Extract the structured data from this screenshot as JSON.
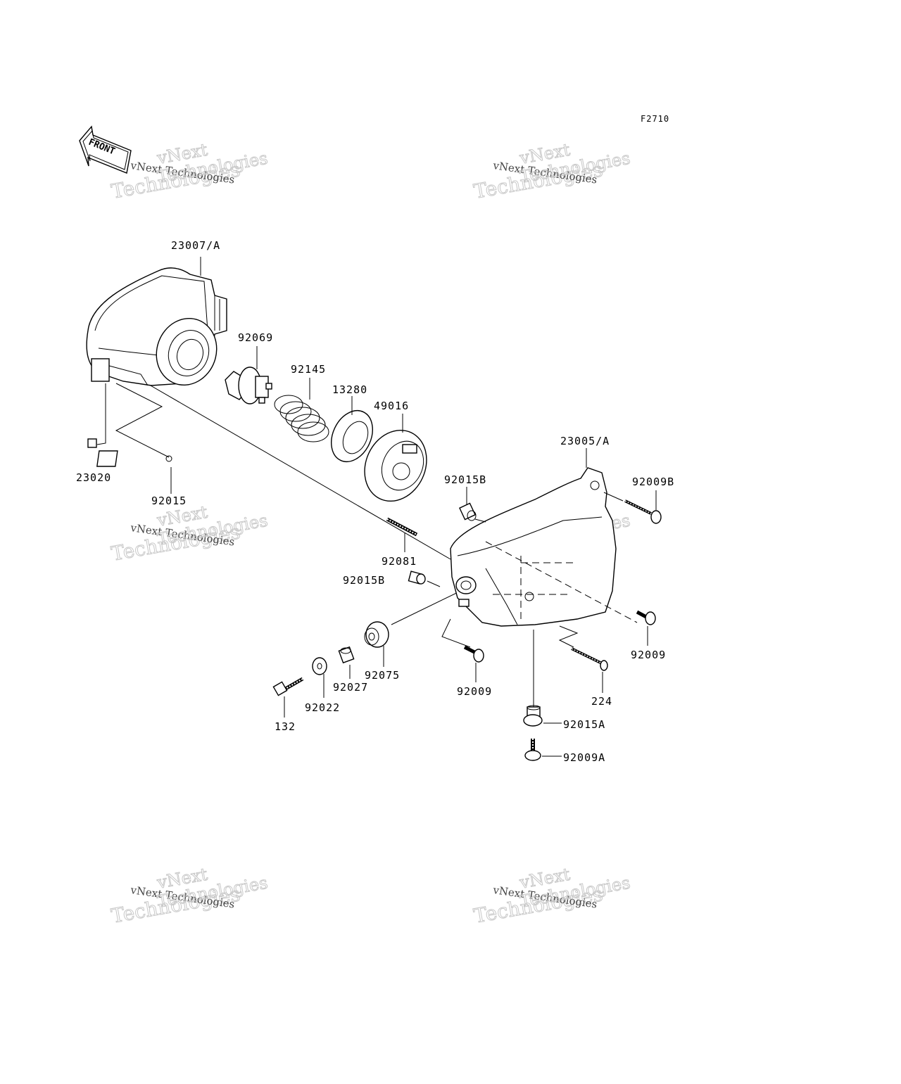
{
  "diagram_code": "F2710",
  "front_arrow_text": "FRONT",
  "watermark": {
    "line1": "vNext Technologies",
    "line2": "vNext",
    "line3": "Technologies"
  },
  "parts": [
    {
      "id": "p23007A",
      "label": "23007/A"
    },
    {
      "id": "p92069",
      "label": "92069"
    },
    {
      "id": "p92145",
      "label": "92145"
    },
    {
      "id": "p13280",
      "label": "13280"
    },
    {
      "id": "p49016",
      "label": "49016"
    },
    {
      "id": "p23020",
      "label": "23020"
    },
    {
      "id": "p92015",
      "label": "92015"
    },
    {
      "id": "p23005A",
      "label": "23005/A"
    },
    {
      "id": "p92015B_top",
      "label": "92015B"
    },
    {
      "id": "p92009B",
      "label": "92009B"
    },
    {
      "id": "p92081",
      "label": "92081"
    },
    {
      "id": "p92015B_mid",
      "label": "92015B"
    },
    {
      "id": "p92009_right",
      "label": "92009"
    },
    {
      "id": "p92075",
      "label": "92075"
    },
    {
      "id": "p92027",
      "label": "92027"
    },
    {
      "id": "p92022",
      "label": "92022"
    },
    {
      "id": "p132",
      "label": "132"
    },
    {
      "id": "p92009_mid",
      "label": "92009"
    },
    {
      "id": "p224",
      "label": "224"
    },
    {
      "id": "p92015A",
      "label": "92015A"
    },
    {
      "id": "p92009A",
      "label": "92009A"
    }
  ]
}
